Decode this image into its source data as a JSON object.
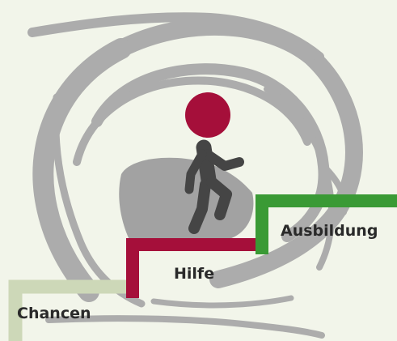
{
  "steps": [
    {
      "id": "chancen",
      "label": "Chancen",
      "color": "#cdd8b8"
    },
    {
      "id": "hilfe",
      "label": "Hilfe",
      "color": "#a50f3a"
    },
    {
      "id": "ausbildung",
      "label": "Ausbildung",
      "color": "#3a9a35"
    }
  ],
  "colors": {
    "background": "#f2f5ea",
    "scribble": "#a9a9a9",
    "figure_head": "#a50f3a",
    "figure_body": "#454545"
  }
}
